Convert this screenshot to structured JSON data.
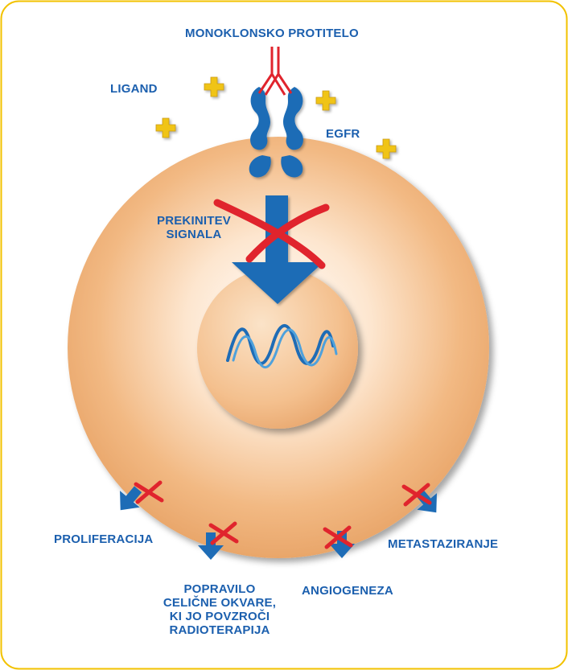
{
  "labels": {
    "antibody": "MONOKLONSKO PROTITELO",
    "ligand": "LIGAND",
    "egfr": "EGFR",
    "block_line1": "PREKINITEV",
    "block_line2": "SIGNALA",
    "proliferation": "PROLIFERACIJA",
    "metastasis": "METASTAZIRANJE",
    "angiogenesis": "ANGIOGENEZA",
    "repair_line1": "POPRAVILO",
    "repair_line2": "CELIČNE OKVARE,",
    "repair_line3": "KI JO POVZROČI",
    "repair_line4": "RADIOTERAPIJA"
  },
  "colors": {
    "frame": "#f2c200",
    "cell": "#f2b983",
    "text_blue": "#1b5fae",
    "arrow_blue": "#1e6cb6",
    "cross_red": "#e0242d",
    "antibody_red": "#e0242d",
    "ligand_gold": "#f0c419"
  },
  "icons": [
    "antibody-icon",
    "egfr-receptor-icon",
    "ligand-plus-icon",
    "block-cross-icon",
    "dna-helix-icon",
    "signal-arrow-icon"
  ]
}
